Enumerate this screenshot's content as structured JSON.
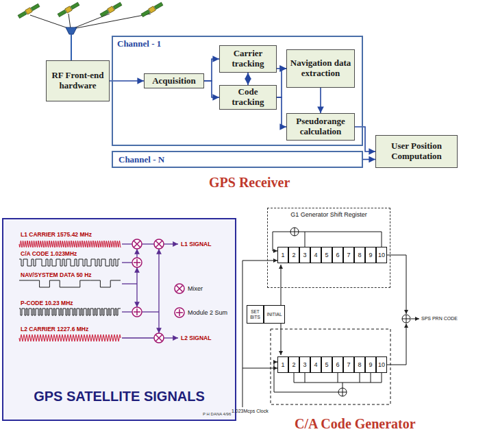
{
  "diagram": {
    "nodes": [
      {
        "text": [
          "RF Front-end hardware"
        ]
      },
      {
        "text": [
          "Channel - 1"
        ]
      },
      {
        "text": [
          "Acquisition"
        ],
        "in": 1
      },
      {
        "text": [
          "Carrier tracking"
        ],
        "in": 1
      },
      {
        "text": [
          "Code tracking"
        ],
        "in": 1
      },
      {
        "text": [
          "Navigation data extraction"
        ],
        "in": 1
      },
      {
        "text": [
          "Pseudorange calculation"
        ],
        "in": 1
      },
      {
        "text": [
          "Channel - N"
        ]
      },
      {
        "text": [
          "User Position Computation"
        ]
      },
      {
        "text": [
          "GPS SATELLITE SIGNALS"
        ]
      },
      {
        "text": [
          "G1 Generator Shift Register"
        ]
      },
      {
        "text": [
          "1"
        ],
        "in": 10
      },
      {
        "text": [
          "2"
        ],
        "in": 10
      },
      {
        "text": [
          "3"
        ],
        "in": 10
      },
      {
        "text": [
          "4"
        ],
        "in": 10
      },
      {
        "text": [
          "5"
        ],
        "in": 10
      },
      {
        "text": [
          "6"
        ],
        "in": 10
      },
      {
        "text": [
          "7"
        ],
        "in": 10
      },
      {
        "text": [
          "8"
        ],
        "in": 10
      },
      {
        "text": [
          "9"
        ],
        "in": 10
      },
      {
        "text": [
          "10"
        ],
        "in": 10
      },
      {
        "text": [
          "SET BITS"
        ]
      },
      {
        "text": [
          "INITIAL"
        ]
      },
      {
        "text": [
          "1"
        ]
      },
      {
        "text": [
          "2"
        ]
      },
      {
        "text": [
          "3"
        ]
      },
      {
        "text": [
          "4"
        ]
      },
      {
        "text": [
          "5"
        ]
      },
      {
        "text": [
          "6"
        ]
      },
      {
        "text": [
          "7"
        ]
      },
      {
        "text": [
          "8"
        ]
      },
      {
        "text": [
          "9"
        ]
      },
      {
        "text": [
          "10"
        ]
      }
    ],
    "edges": [
      {
        "from": 0,
        "to": 2,
        "arrow": "to"
      },
      {
        "from": 2,
        "to": 3,
        "arrow": "to"
      },
      {
        "from": 2,
        "to": 4,
        "arrow": "to"
      },
      {
        "from": 3,
        "to": 4,
        "arrow": "both"
      },
      {
        "from": 3,
        "to": 5,
        "arrow": "to"
      },
      {
        "from": 4,
        "to": 5,
        "arrow": "to"
      },
      {
        "from": 4,
        "to": 6,
        "arrow": "to"
      },
      {
        "from": 5,
        "to": 6,
        "arrow": "to"
      },
      {
        "from": 6,
        "to": 8,
        "arrow": "to"
      },
      {
        "from": 7,
        "to": 8,
        "arrow": "to"
      }
    ],
    "labels": [
      "GPS Receiver",
      "L1 CARRIER 1575.42 MHz",
      "C/A CODE 1.023MHz",
      "NAV/SYSTEM DATA 50 Hz",
      "P-CODE 10.23 MHz",
      "L2 CARRIER 1227.6 MHz",
      "L1 SIGNAL",
      "L2 SIGNAL",
      "P H DANA 4/96",
      "SPS PRN CODE",
      "1.023Mcps Clock",
      "C/A Code Generator"
    ],
    "legend": [
      {
        "text": "Mixer"
      },
      {
        "text": "Module 2 Sum"
      }
    ]
  }
}
